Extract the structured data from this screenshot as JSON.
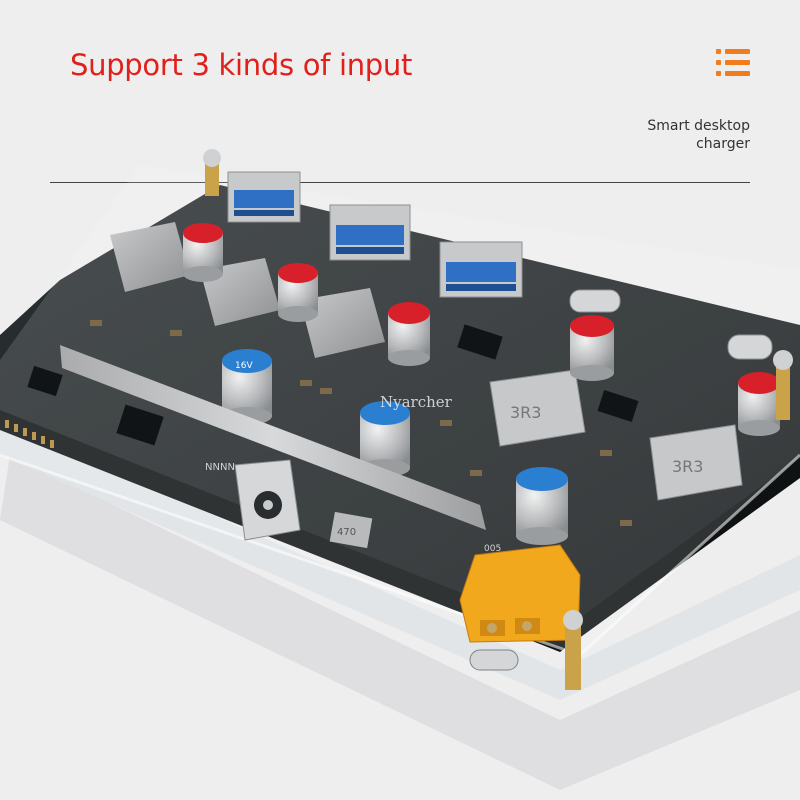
{
  "header": {
    "headline": "Support 3 kinds of input",
    "subtitle_line1": "Smart desktop",
    "subtitle_line2": "charger",
    "menu_icon": "list-menu-icon"
  },
  "photo": {
    "watermark": "Nyarcher",
    "silk_labels": [
      "3R3",
      "3R3",
      "470",
      "005",
      "NNNN"
    ],
    "capacitor_label": "16V"
  },
  "colors": {
    "headline": "#e0201b",
    "accent": "#f07c1e",
    "background": "#eeeeef",
    "pcb": "#1d2122",
    "connector": "#f2a81d"
  }
}
